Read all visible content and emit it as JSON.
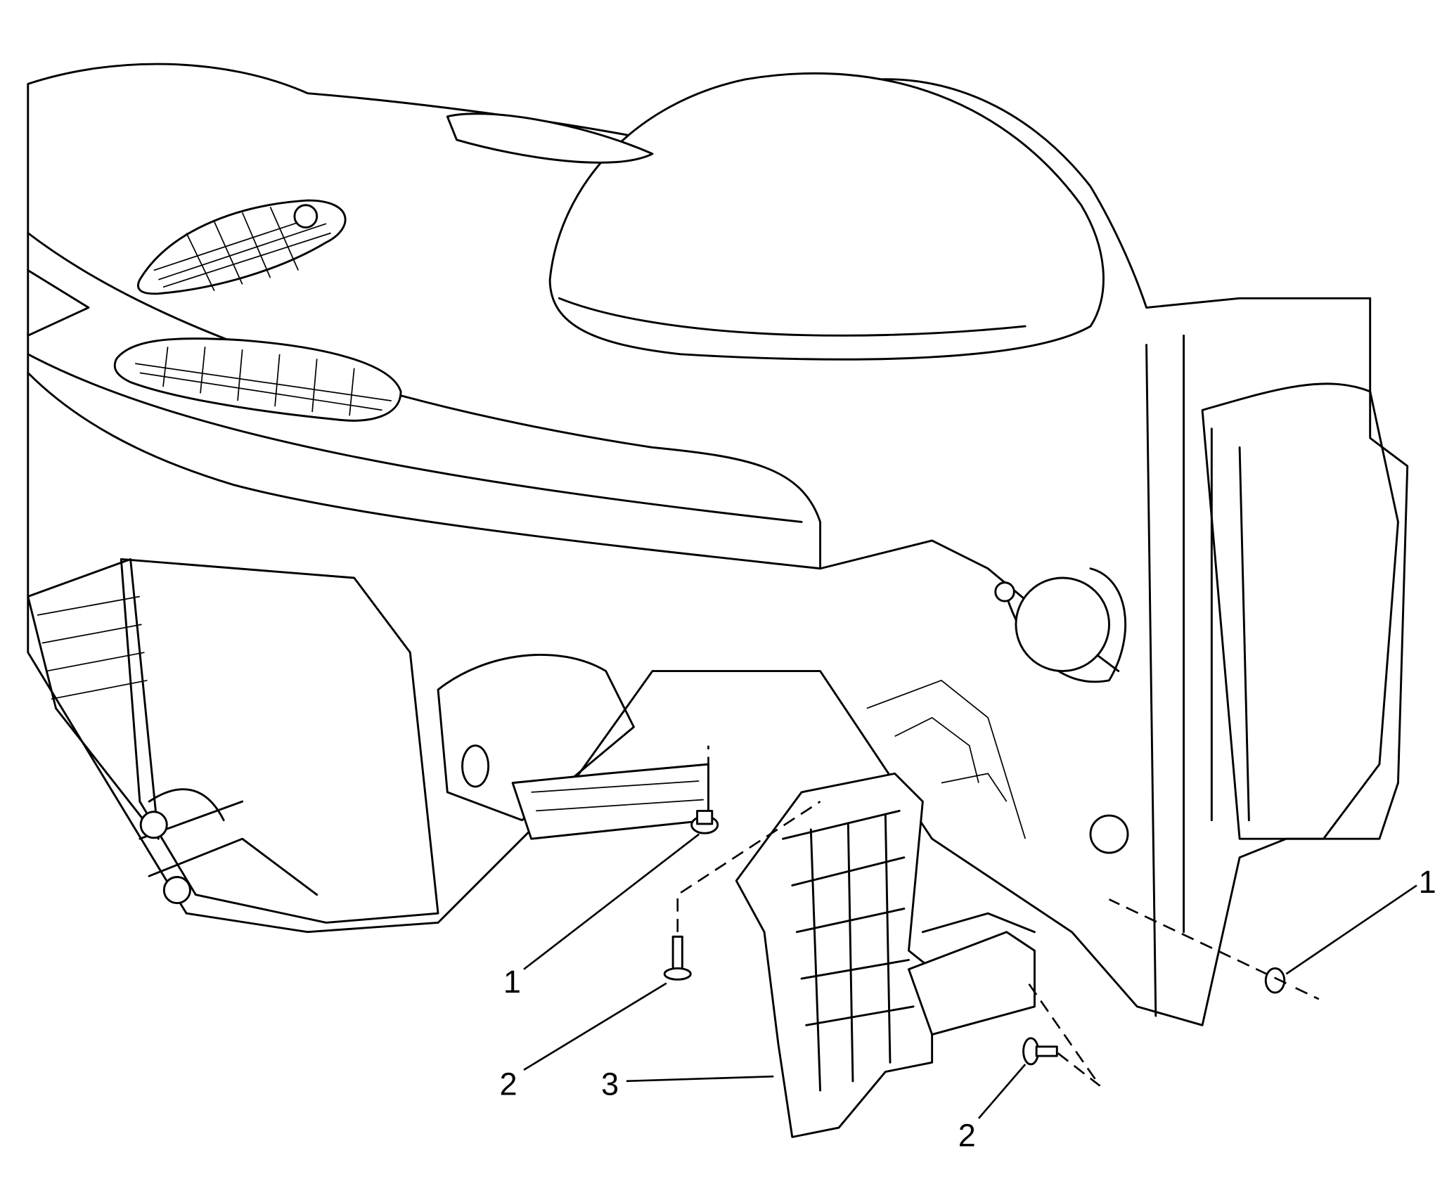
{
  "diagram": {
    "callouts": [
      {
        "id": "callout-1-left",
        "label": "1"
      },
      {
        "id": "callout-1-right",
        "label": "1"
      },
      {
        "id": "callout-2-left",
        "label": "2"
      },
      {
        "id": "callout-2-right",
        "label": "2"
      },
      {
        "id": "callout-3",
        "label": "3"
      }
    ]
  }
}
